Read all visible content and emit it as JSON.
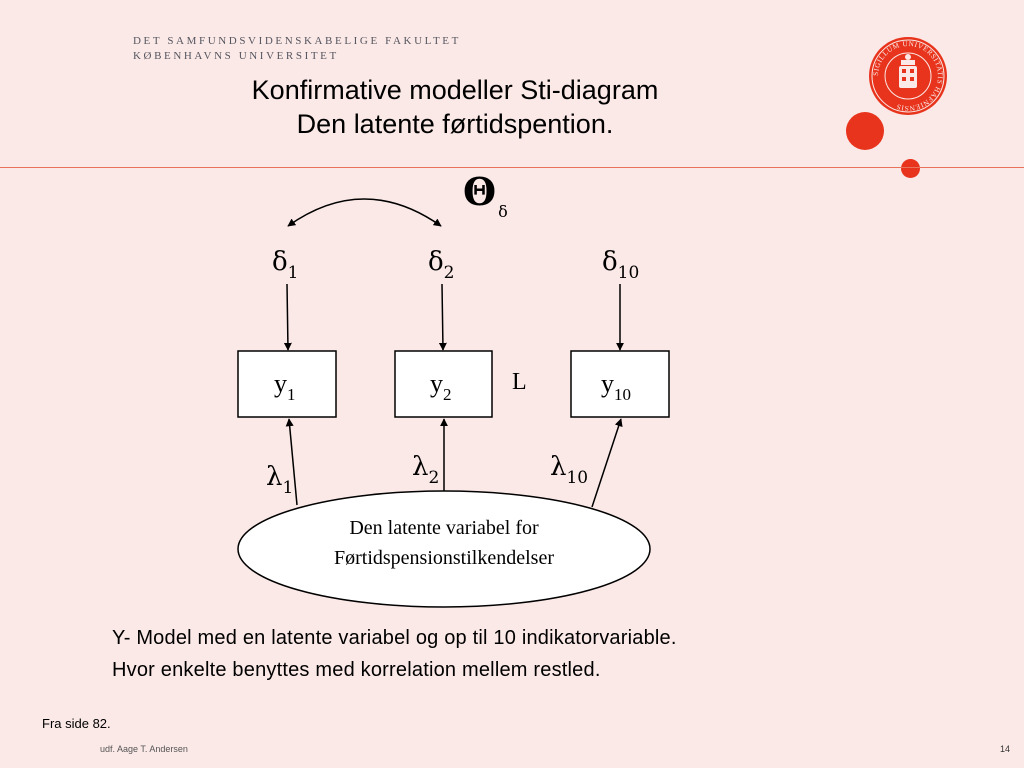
{
  "header": {
    "faculty_line1": "DET SAMFUNDSVIDENSKABELIGE FAKULTET",
    "faculty_line2": "KØBENHAVNS UNIVERSITET",
    "seal_text": "SIGILLUM UNIVERSITATIS HAFNIENSIS",
    "accent_color": "#e8341c"
  },
  "title": {
    "line1": "Konfirmative modeller Sti-diagram",
    "line2": "Den latente førtidspention."
  },
  "diagram": {
    "theta": "Θ",
    "theta_sub": "δ",
    "dots_symbol": "L",
    "errors": [
      {
        "sym": "δ",
        "sub": "1"
      },
      {
        "sym": "δ",
        "sub": "2"
      },
      {
        "sym": "δ",
        "sub": "10"
      }
    ],
    "indicators": [
      {
        "sym": "y",
        "sub": "1"
      },
      {
        "sym": "y",
        "sub": "2"
      },
      {
        "sym": "y",
        "sub": "10"
      }
    ],
    "loadings": [
      {
        "sym": "λ",
        "sub": "1"
      },
      {
        "sym": "λ",
        "sub": "2"
      },
      {
        "sym": "λ",
        "sub": "10"
      }
    ],
    "latent_line1": "Den latente variabel for",
    "latent_line2": "Førtidspensionstilkendelser"
  },
  "notes": {
    "line1": "Y- Model med en latente variabel og op til 10 indikatorvariable.",
    "line2": "Hvor enkelte benyttes med korrelation mellem restled."
  },
  "source": "Fra side 82.",
  "footer": {
    "author": "udf. Aage T. Andersen",
    "page_number": "14"
  }
}
